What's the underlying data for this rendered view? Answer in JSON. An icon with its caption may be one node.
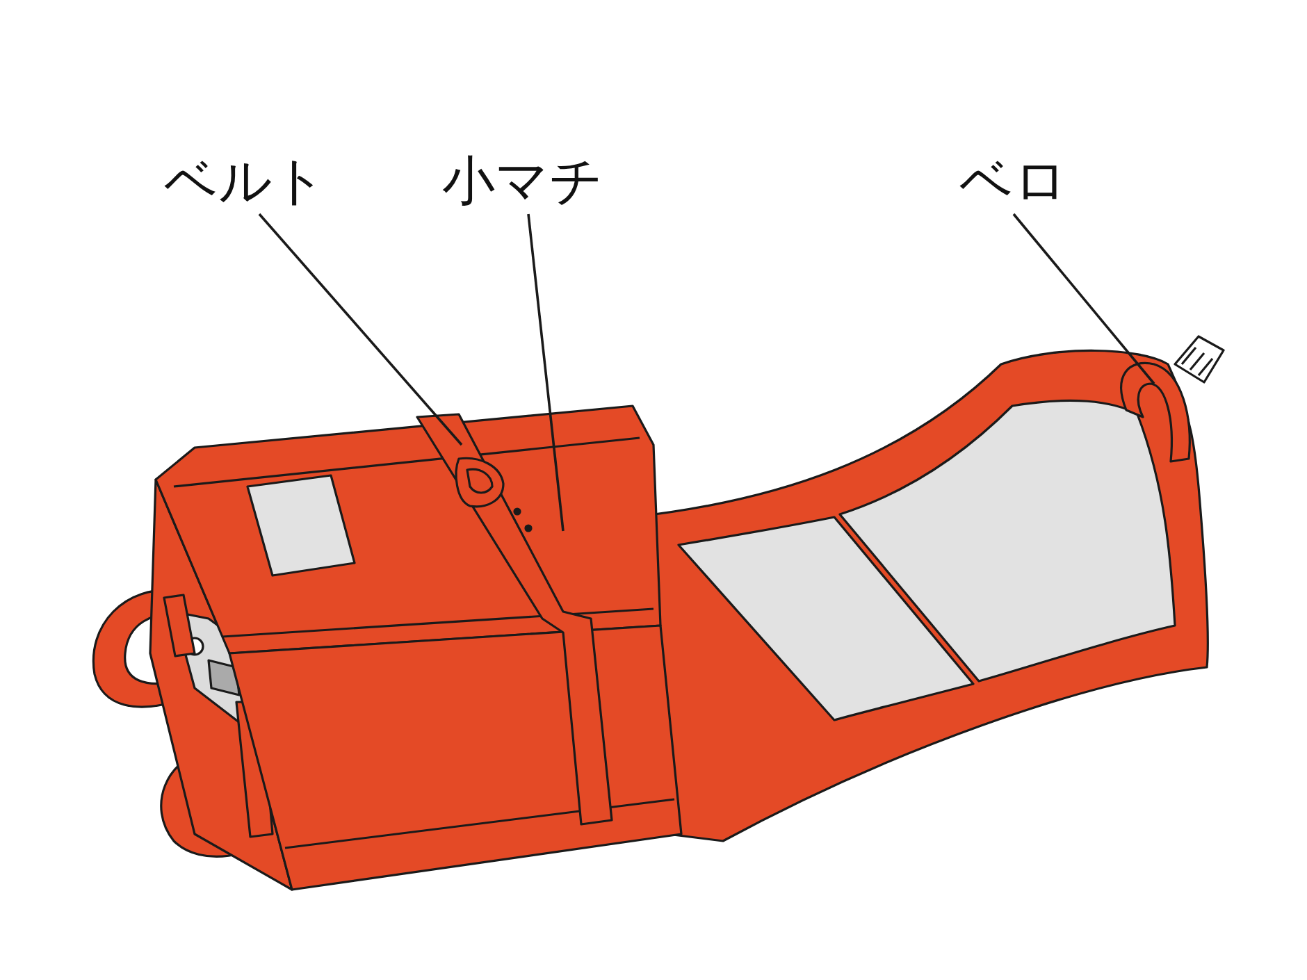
{
  "diagram": {
    "nodes": [
      {
        "text": [
          "ベルト"
        ]
      },
      {
        "text": [
          "小マチ"
        ]
      },
      {
        "text": [
          "ベロ"
        ]
      }
    ],
    "edges": [
      {
        "from": 0,
        "to": null,
        "arrow": "none"
      },
      {
        "from": 1,
        "to": null,
        "arrow": "none"
      },
      {
        "from": 2,
        "to": null,
        "arrow": "none"
      }
    ]
  }
}
